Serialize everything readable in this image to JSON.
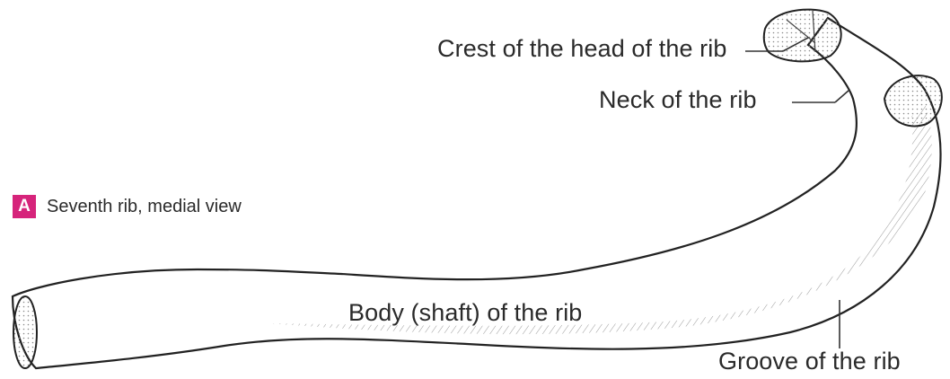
{
  "figure": {
    "panel_letter": "A",
    "caption": "Seventh rib, medial view",
    "accent_color": "#d6247b"
  },
  "labels": {
    "crest": "Crest of the head of the rib",
    "neck": "Neck of the rib",
    "body": "Body (shaft) of the rib",
    "groove": "Groove of the rib"
  }
}
